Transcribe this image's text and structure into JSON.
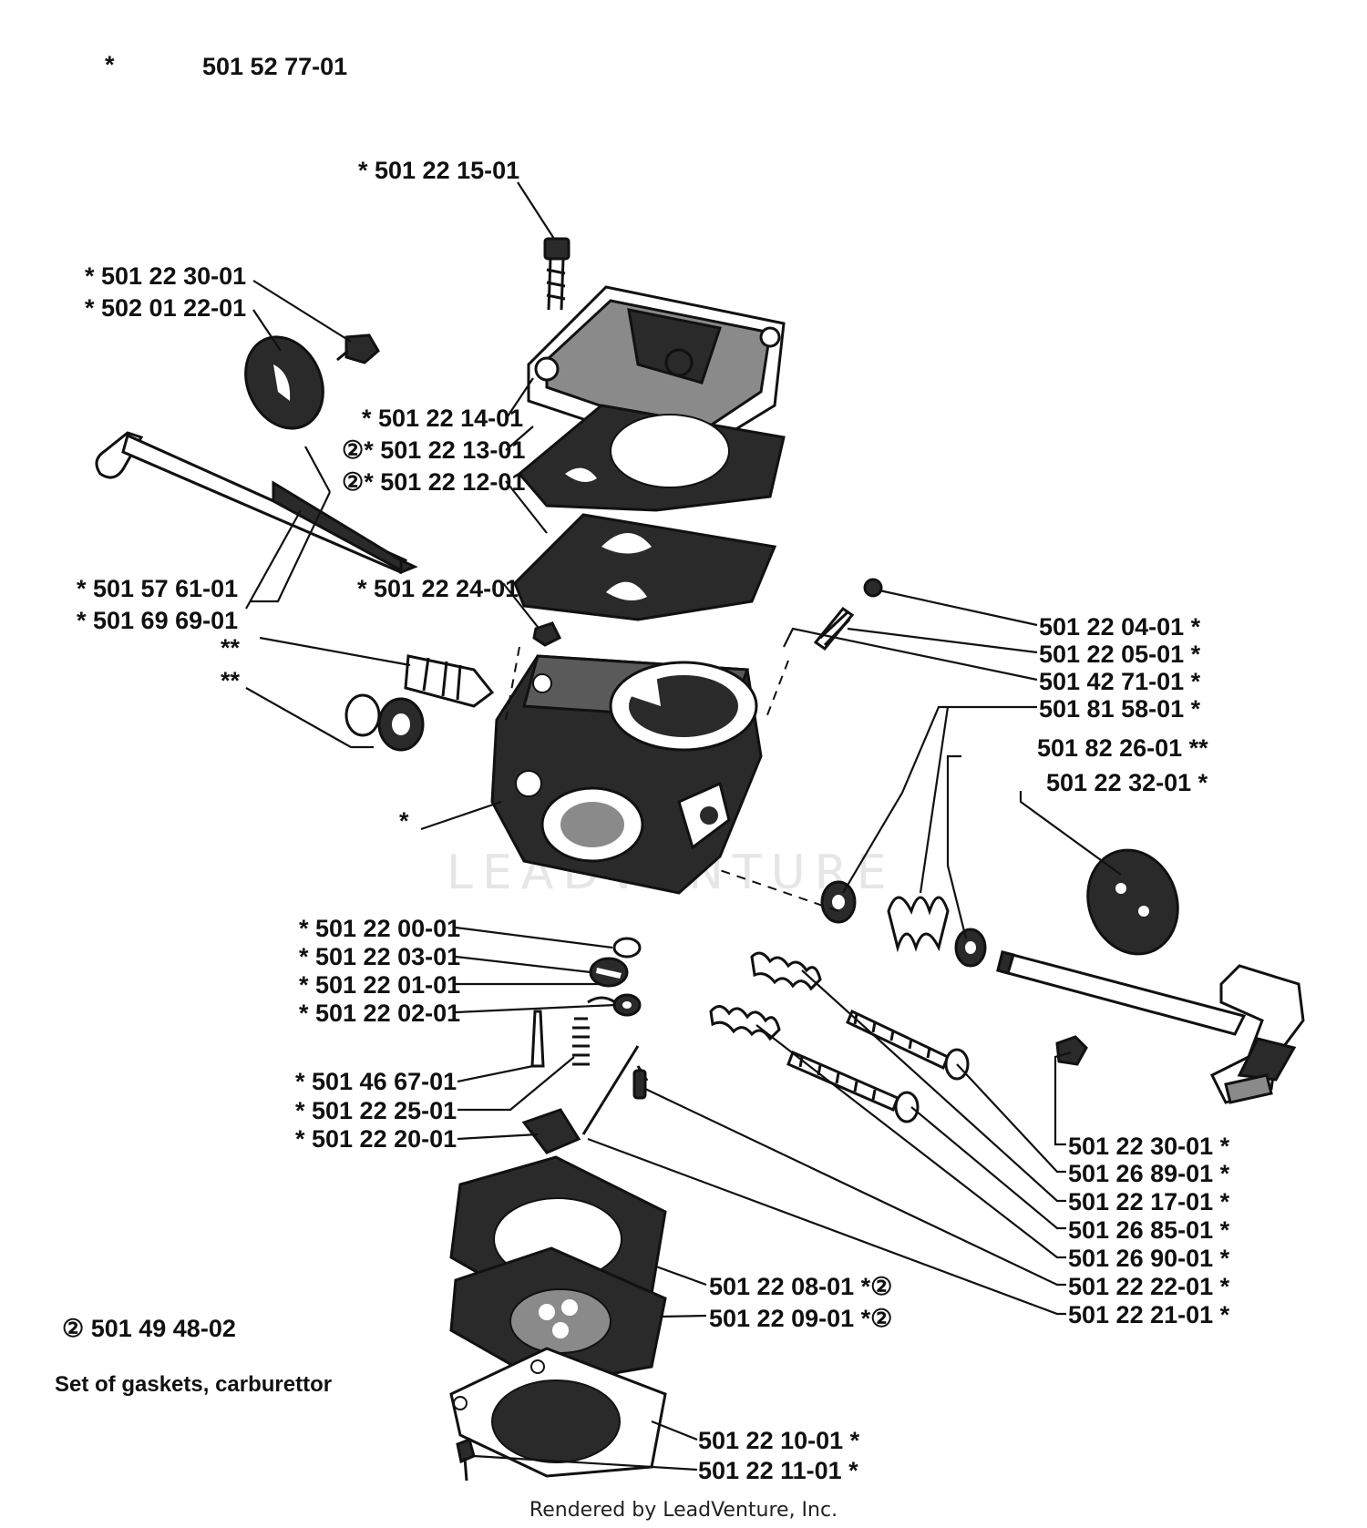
{
  "header": {
    "marker": "*",
    "part_no": "501 52 77-01"
  },
  "labels": {
    "l1": "* 501 22 15-01",
    "l2": "* 501 22 30-01",
    "l3": "* 502 01 22-01",
    "l4": "* 501 22 14-01",
    "l5": "②* 501 22 13-01",
    "l6": "②* 501 22 12-01",
    "l7": "* 501 57 61-01",
    "l8": "* 501 69 69-01",
    "l9": "* 501 22 24-01",
    "l10": "**",
    "l11": "**",
    "l12": "*",
    "l13": "* 501 22 00-01",
    "l14": "* 501 22 03-01",
    "l15": "* 501 22 01-01",
    "l16": "* 501 22 02-01",
    "l17": "* 501 46 67-01",
    "l18": "* 501 22 25-01",
    "l19": "* 501 22 20-01",
    "r1": "501 22 04-01  *",
    "r2": "501 22 05-01  *",
    "r3": "501 42 71-01  *",
    "r4": "501 81 58-01  *",
    "r5": "501 82 26-01  **",
    "r6": "501 22 32-01  *",
    "r7": "501 22 30-01  *",
    "r8": "501 26 89-01  *",
    "r9": "501 22 17-01  *",
    "r10": "501 26 85-01  *",
    "r11": "501 26 90-01  *",
    "r12": "501 22 22-01  *",
    "r13": "501 22 21-01  *",
    "b1": "501 22 08-01  *②",
    "b2": "501 22 09-01  *②",
    "b3": "501 22 10-01  *",
    "b4": "501 22 11-01  *"
  },
  "gasket_set": {
    "part_no": "② 501 49 48-02",
    "description": "Set of gaskets, carburettor"
  },
  "watermark": "LEADVENTURE",
  "footer": "Rendered by LeadVenture, Inc.",
  "colors": {
    "ink": "#111111",
    "background": "#ffffff",
    "watermark": "#e6e6e6"
  }
}
